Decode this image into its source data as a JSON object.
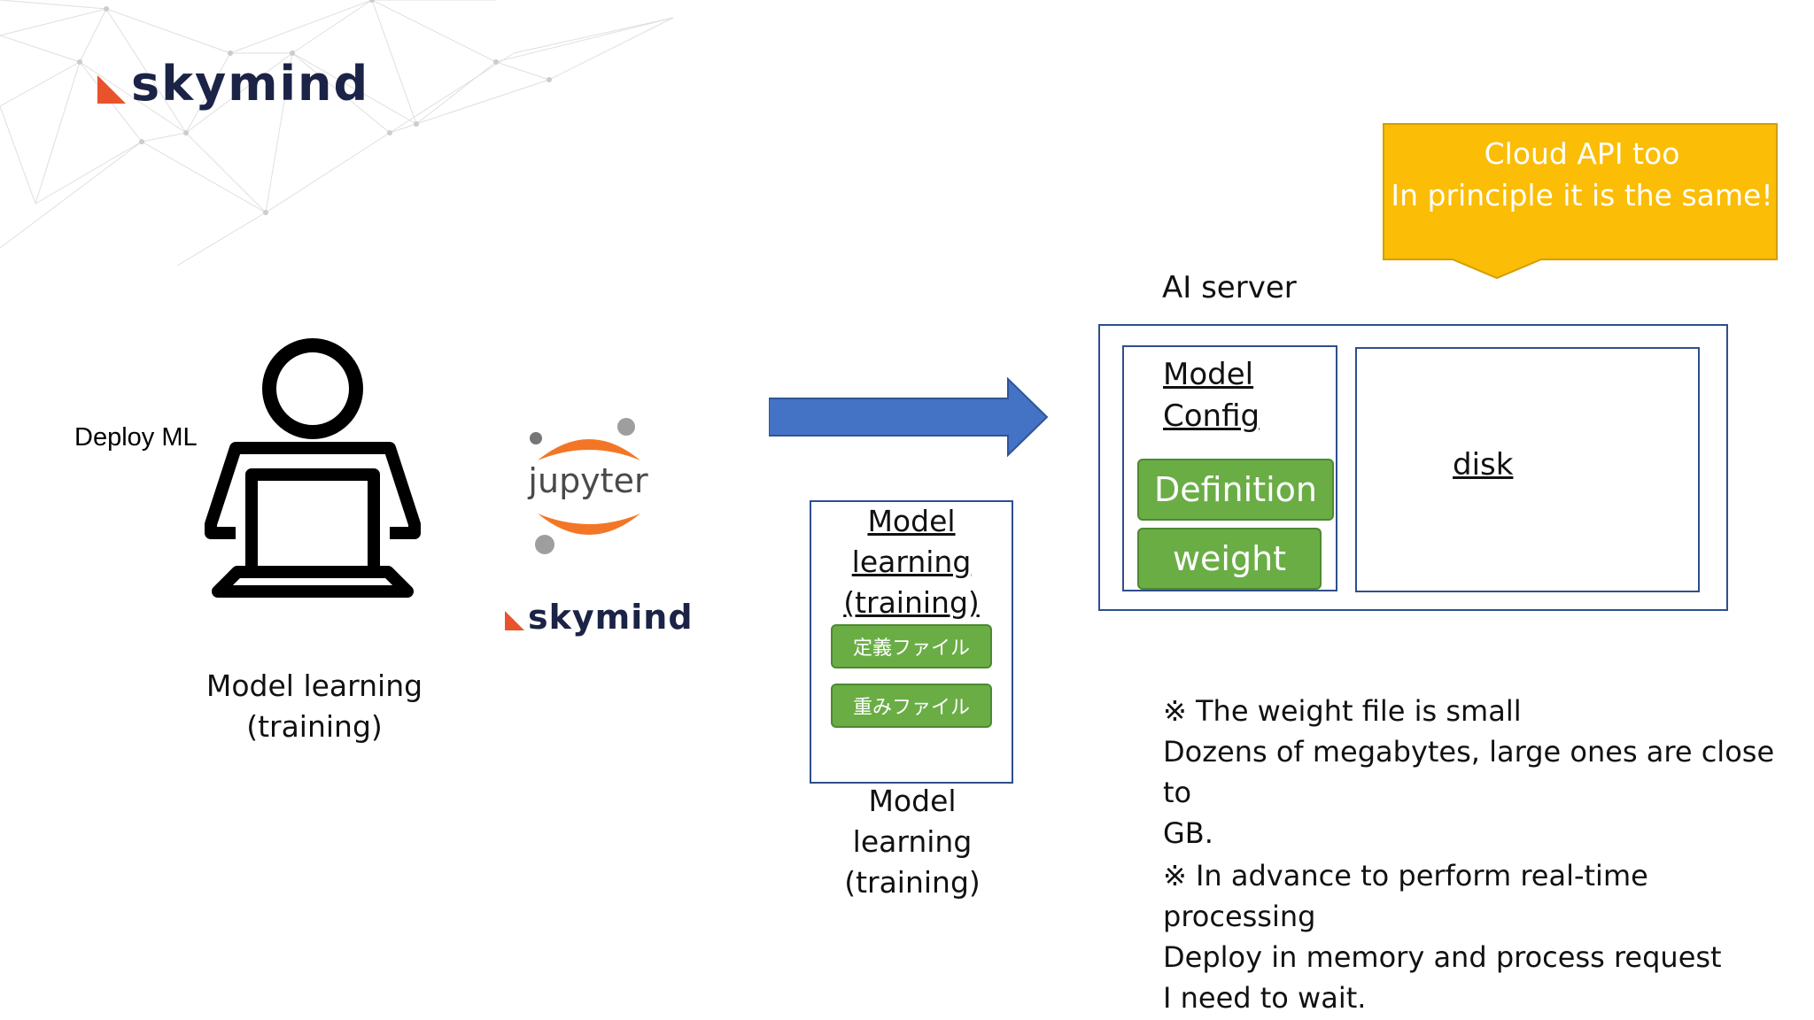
{
  "logo": {
    "brand": "skymind",
    "brand_color": "#1b2346",
    "mark_color": "#e8532b"
  },
  "person": {
    "side_label": "Deploy ML",
    "caption_line1": "Model learning",
    "caption_line2": "(training)"
  },
  "jupyter": {
    "label": "jupyter",
    "ring_color": "#f37626",
    "dot_color": "#767677"
  },
  "arrow_color": "#4472c4",
  "training_box": {
    "title_line1": "Model",
    "title_line2": "learning",
    "title_line3": "(training)",
    "definition_file": "定義ファイル",
    "weight_file": "重みファイル",
    "caption_line1": "Model",
    "caption_line2": "learning",
    "caption_line3": "(training)"
  },
  "ai_server": {
    "label": "AI server",
    "config_title_line1": "Model",
    "config_title_line2": "Config",
    "definition_label": "Definition",
    "weight_label": "weight",
    "disk_label": "disk",
    "box_color": "#2f4e8c",
    "button_color": "#6aad45"
  },
  "callout": {
    "line1": "Cloud API too",
    "line2": "In principle it is the same!",
    "color": "#fbbd05"
  },
  "notes": {
    "note1": [
      "※ The weight file is small",
      "Dozens of megabytes, large ones are close to",
      "GB."
    ],
    "note2": [
      "※ In advance to perform real-time processing",
      "Deploy in memory and process request",
      "I need to wait."
    ]
  }
}
